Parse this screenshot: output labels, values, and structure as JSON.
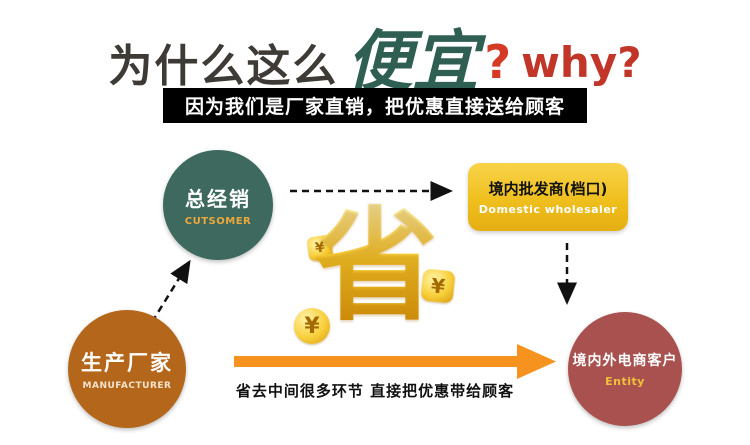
{
  "title": {
    "prefix": "为什么这么",
    "highlight": "便宜",
    "qmark": "?",
    "why": "why?"
  },
  "banner": "因为我们是厂家直销，把优惠直接送给顾客",
  "nodes": {
    "distributor": {
      "label": "总经销",
      "sub": "CUTSOMER"
    },
    "wholesaler": {
      "label": "境内批发商(档口)",
      "sub": "Domestic wholesaler"
    },
    "manufacturer": {
      "label": "生产厂家",
      "sub": "MANUFACTURER"
    },
    "customer": {
      "label": "境内外电商客户",
      "sub": "Entity"
    }
  },
  "center": {
    "char": "省",
    "coin": "¥"
  },
  "caption": "省去中间很多环节 直接把优惠带给顾客",
  "colors": {
    "teal": "#3e695f",
    "orange": "#b4671b",
    "gold": "#efbf1d",
    "maroon": "#a8514f",
    "arrow_orange": "#f6921e",
    "title_red": "#d43a24",
    "title_teal": "#2f5f53",
    "banner_bg": "#000000"
  }
}
